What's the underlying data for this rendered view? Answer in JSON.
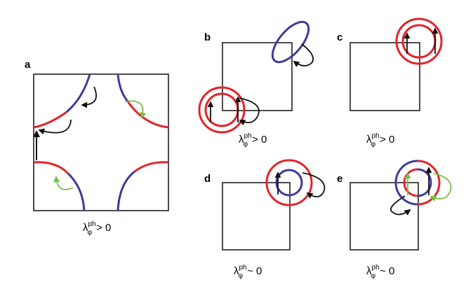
{
  "colors": {
    "red": "#e3232a",
    "blue": "#3b3b9c",
    "green": "#74c044",
    "black": "#111111"
  },
  "panels": {
    "a": {
      "label": "a",
      "caption": {
        "symbol": "λ",
        "sup": "ph",
        "sub": "φ",
        "rel": "> 0"
      }
    },
    "b": {
      "label": "b",
      "caption": {
        "symbol": "λ",
        "sup": "ph",
        "sub": "φ",
        "rel": "> 0"
      }
    },
    "c": {
      "label": "c",
      "caption": {
        "symbol": "λ",
        "sup": "ph",
        "sub": "φ",
        "rel": "> 0"
      }
    },
    "d": {
      "label": "d",
      "caption": {
        "symbol": "λ",
        "sup": "ph",
        "sub": "φ",
        "rel": "~ 0"
      }
    },
    "e": {
      "label": "e",
      "caption": {
        "symbol": "λ",
        "sup": "ph",
        "sub": "φ",
        "rel": "~ 0"
      }
    }
  }
}
